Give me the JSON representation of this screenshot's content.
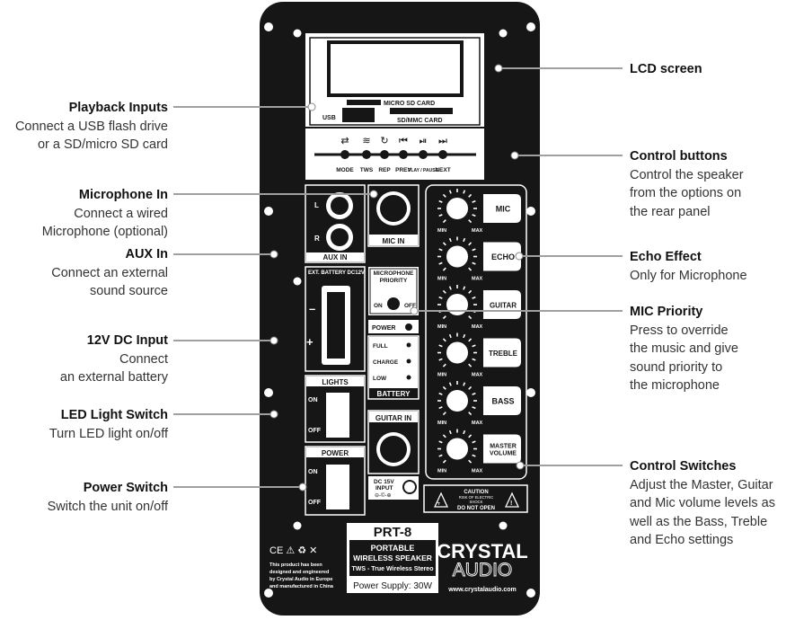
{
  "callouts_left": [
    {
      "title": "Playback Inputs",
      "lines": [
        "Connect a USB flash drive",
        "or a SD/micro SD card"
      ]
    },
    {
      "title": "Microphone In",
      "lines": [
        "Connect a  wired",
        "Microphone  (optional)"
      ]
    },
    {
      "title": "AUX In",
      "lines": [
        "Connect an external",
        "sound source"
      ]
    },
    {
      "title": "12V DC Input",
      "lines": [
        "Connect",
        "an external battery"
      ]
    },
    {
      "title": "LED Light Switch",
      "lines": [
        "Turn LED light on/off"
      ]
    },
    {
      "title": "Power Switch",
      "lines": [
        "Switch the unit on/off"
      ]
    }
  ],
  "callouts_right": [
    {
      "title": "LCD screen",
      "lines": []
    },
    {
      "title": "Control buttons",
      "lines": [
        "Control the speaker",
        "from the options on",
        "the rear panel"
      ]
    },
    {
      "title": "Echo Effect",
      "lines": [
        "Only for Microphone"
      ]
    },
    {
      "title": "MIC Priority",
      "lines": [
        "Press to override",
        "the music and give",
        "sound priority to",
        "the microphone"
      ]
    },
    {
      "title": "Control Switches",
      "lines": [
        "Adjust the Master, Guitar",
        "and Mic volume levels as",
        "well as the Bass, Treble",
        "and Echo settings"
      ]
    }
  ],
  "panel": {
    "micro_sd_label": "MICRO SD CARD",
    "usb_label": "USB",
    "sd_label": "SD/MMC CARD",
    "buttons": [
      "MODE",
      "TWS",
      "REP",
      "PREV",
      "PLAY / PAUSE",
      "NEXT"
    ],
    "aux_label": "AUX IN",
    "aux_l": "L",
    "aux_r": "R",
    "mic_in_label": "MIC IN",
    "ext_battery_label": "EXT. BATTERY DC12V",
    "minus": "–",
    "plus": "+",
    "mic_priority_label": [
      "MICROPHONE",
      "PRIORITY"
    ],
    "on": "ON",
    "off": "OFF",
    "power_led": "POWER",
    "battery_levels": [
      "FULL",
      "CHARGE",
      "LOW"
    ],
    "battery_label": "BATTERY",
    "lights_label": "LIGHTS",
    "power_label": "POWER",
    "guitar_in_label": "GUITAR IN",
    "dc_input": [
      "DC 15V",
      "INPUT"
    ],
    "caution": [
      "CAUTION",
      "RISK OF ELECTRIC",
      "SHOCK",
      "DO NOT OPEN"
    ],
    "knobs": [
      "MIC",
      "ECHO",
      "GUITAR",
      "TREBLE",
      "BASS",
      "MASTER VOLUME"
    ],
    "min": "MIN",
    "max": "MAX",
    "model": "PRT-8",
    "product": [
      "PORTABLE",
      "WIRELESS SPEAKER",
      "TWS - True Wireless Stereo"
    ],
    "power_supply": "Power Supply: 30W",
    "brand_top": "CRYSTAL",
    "brand_bottom": "AUDIO",
    "website": "www.crystalaudio.com",
    "cert_marks": "CE ⚠ ♻ ✕",
    "designed_text": [
      "This product has been",
      "designed and engineered",
      "by Crystal Audio in Europe",
      "and manufactured in China"
    ]
  },
  "colors": {
    "panel": "#161616",
    "ink": "#ffffff",
    "line": "#a0a0a0",
    "text": "#333333"
  }
}
